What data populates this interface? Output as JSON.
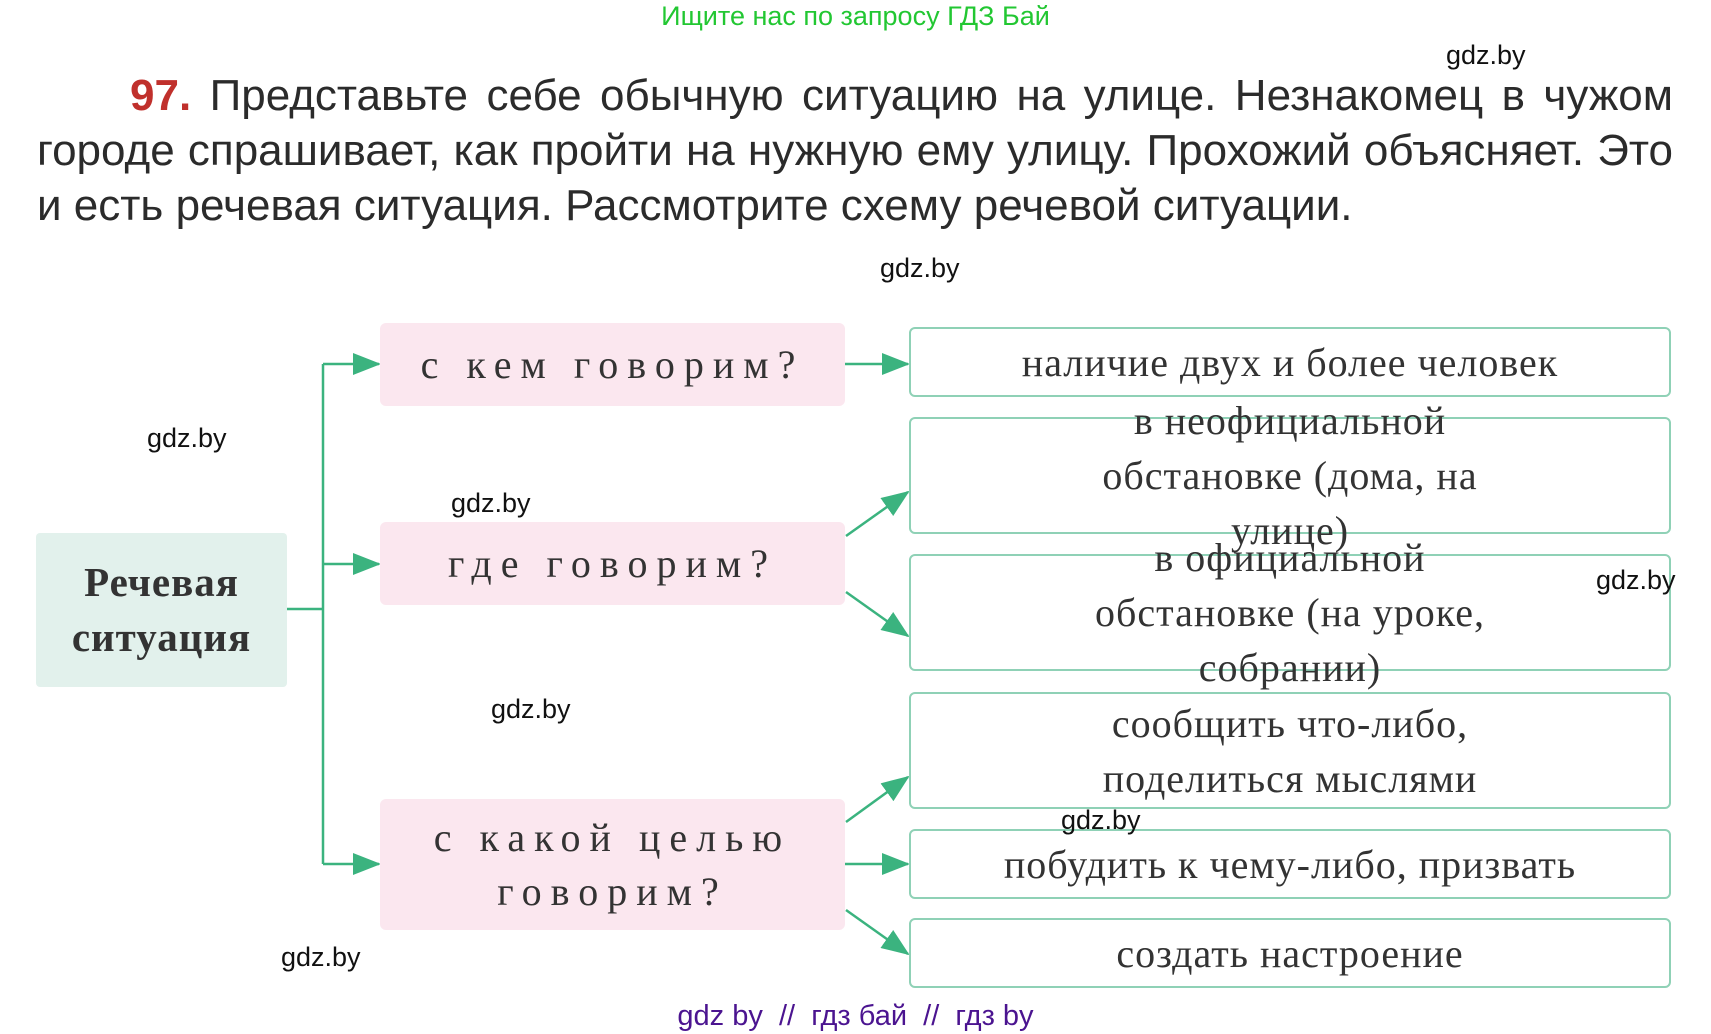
{
  "banner": "Ищите нас по запросу ГДЗ Бай",
  "exercise": {
    "number": "97.",
    "text": "Представьте себе обычную ситуацию на улице. Незнакомец в чужом городе спрашивает, как пройти на нужную ему улицу. Прохожий объясняет. Это и есть речевая ситуация. Рассмотрите схему речевой ситуации."
  },
  "diagram": {
    "root": "Речевая ситуация",
    "questions": [
      {
        "label": "с кем говорим?"
      },
      {
        "label": "где говорим?"
      },
      {
        "label": "с какой целью говорим?"
      }
    ],
    "answers": [
      {
        "label": "наличие двух и более человек"
      },
      {
        "label": "в неофициальной обстановке (дома, на улице)"
      },
      {
        "label": "в официальной обстановке (на уроке, собрании)"
      },
      {
        "label": "сообщить что-либо, поделиться мыслями"
      },
      {
        "label": "побудить к чему-либо, призвать"
      },
      {
        "label": "создать настроение"
      }
    ],
    "colors": {
      "arrow": "#3bb37f",
      "question_bg": "#fbe7ef",
      "root_bg": "#e2f1ec",
      "answer_border": "#8fd1b6",
      "number": "#c0302c"
    }
  },
  "watermarks": [
    "gdz.by",
    "gdz.by",
    "gdz.by",
    "gdz.by",
    "gdz.by",
    "gdz.by",
    "gdz.by",
    "gdz.by"
  ],
  "footer": "gdz by  //  гдз бай  //  гдз by"
}
